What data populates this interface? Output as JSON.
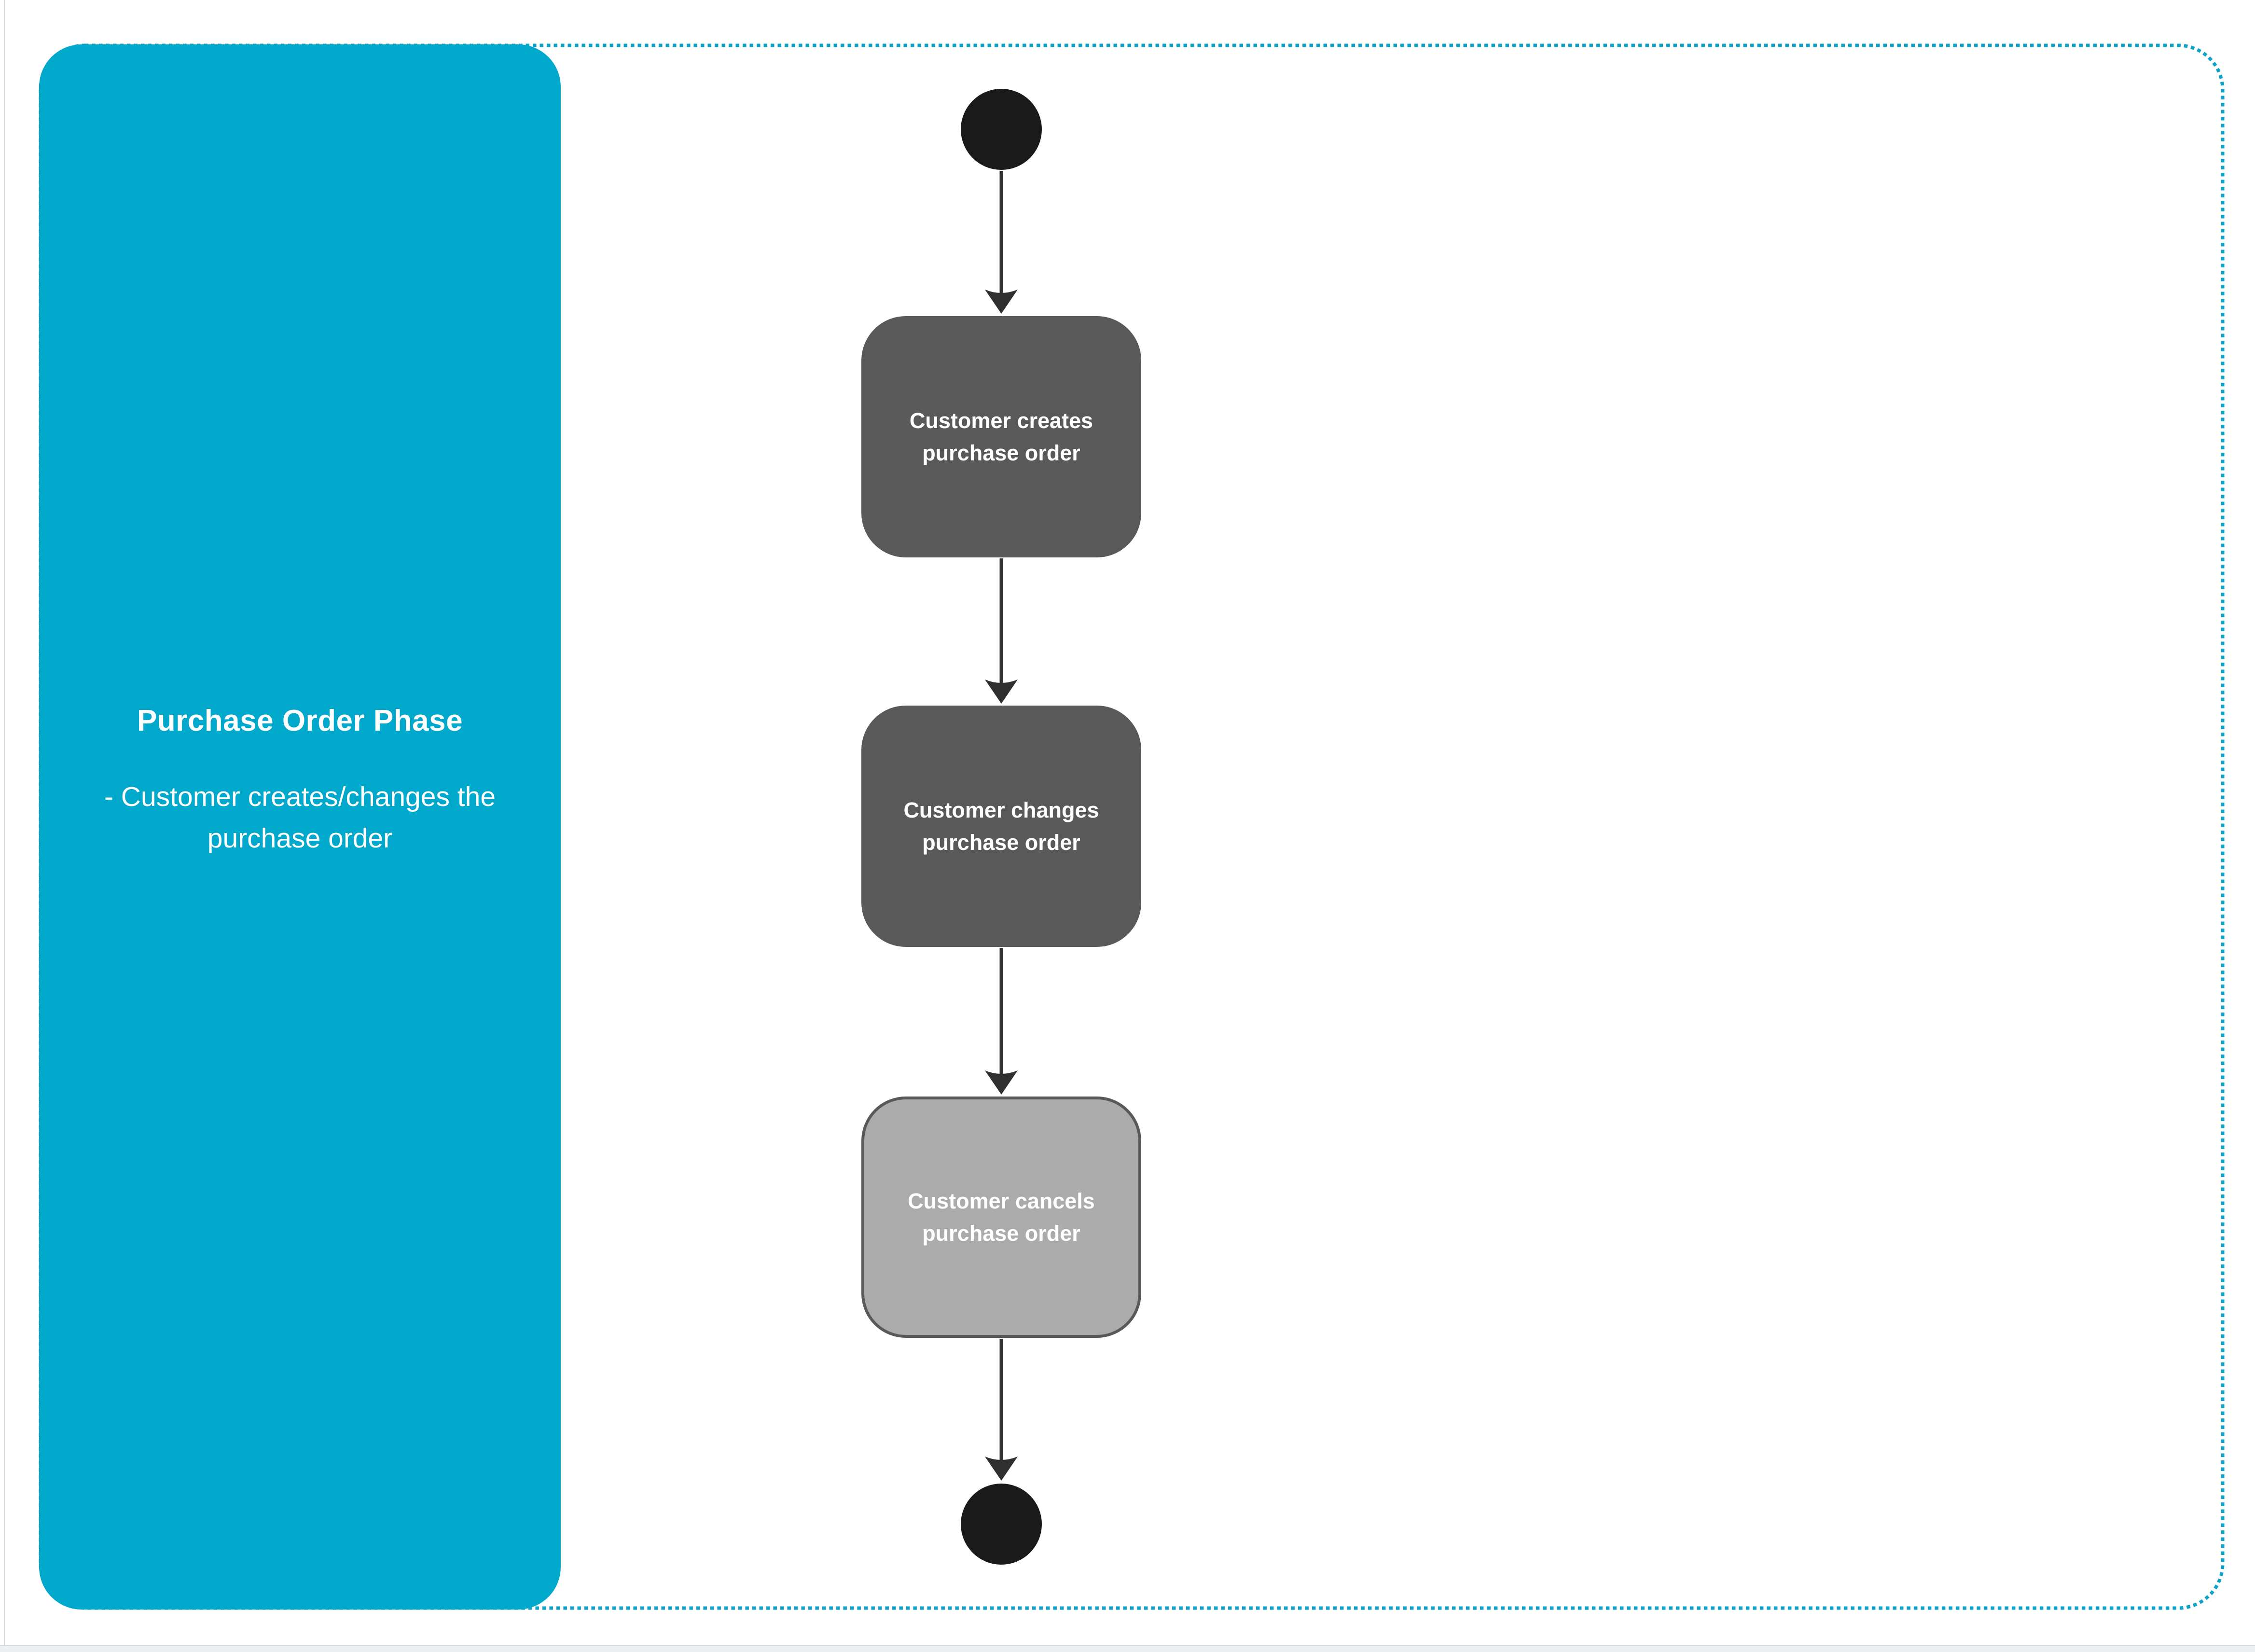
{
  "sidebar": {
    "title": "Purchase Order Phase",
    "description": "- Customer creates/changes the purchase order",
    "fill_color": "#00a8cc",
    "text_color": "#ffffff"
  },
  "flow": {
    "initial_node": {
      "shape": "filled-circle",
      "color": "#1a1a1a"
    },
    "activities": [
      {
        "label": "Customer creates purchase order",
        "fill_color": "#595959",
        "text_color": "#ffffff"
      },
      {
        "label": "Customer changes purchase order",
        "fill_color": "#595959",
        "text_color": "#ffffff"
      },
      {
        "label": "Customer cancels purchase order",
        "fill_color": "#ababab",
        "border_color": "#595959",
        "text_color": "#ffffff"
      }
    ],
    "final_node": {
      "shape": "filled-circle",
      "color": "#1a1a1a"
    },
    "connector_color": "#2f2f2f"
  },
  "phase_border": {
    "style": "dotted",
    "color": "#0da3c7"
  }
}
